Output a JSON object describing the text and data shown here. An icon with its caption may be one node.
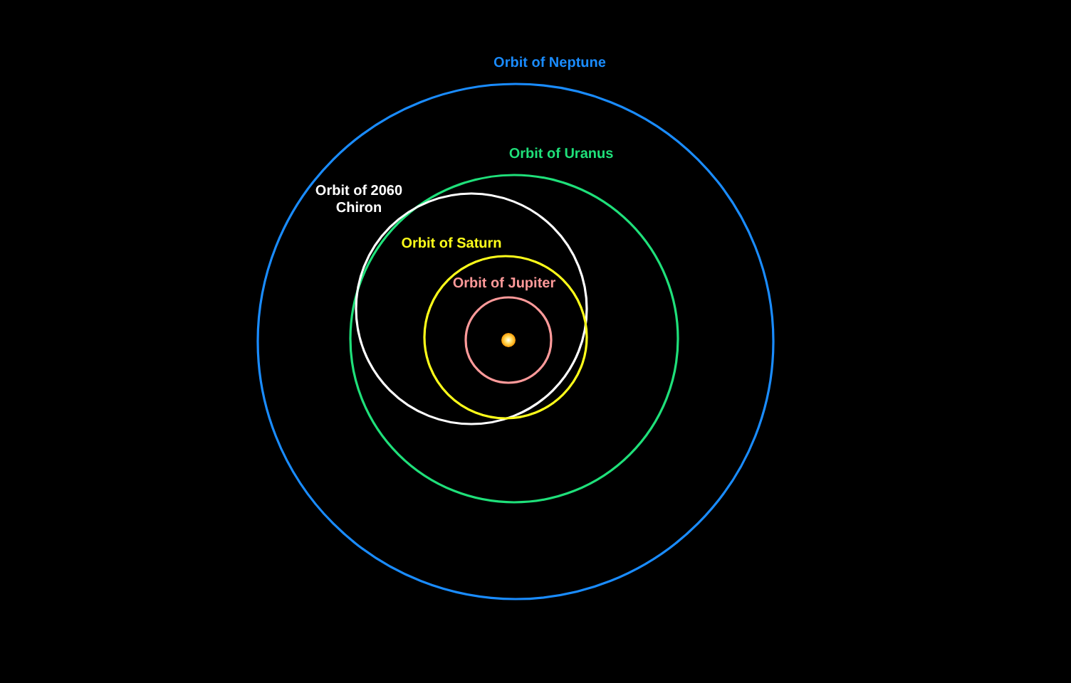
{
  "diagram": {
    "labels": [
      "Orbit of Neptune",
      "Orbit of Uranus",
      "Orbit of 2060 Chiron",
      "Orbit of Saturn",
      "Orbit of Jupiter"
    ]
  }
}
